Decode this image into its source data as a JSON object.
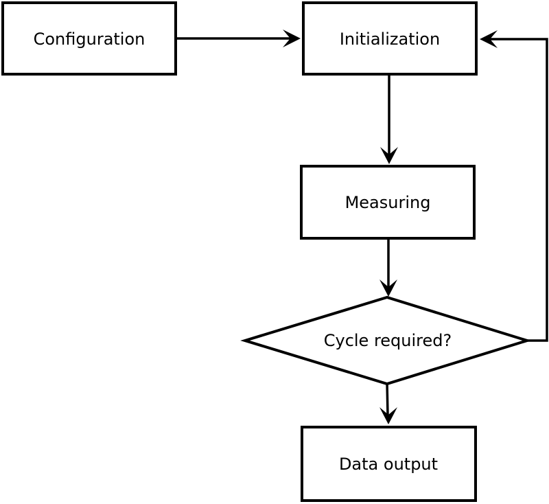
{
  "diagram": {
    "type": "flowchart",
    "colors": {
      "stroke": "#000000",
      "node_fill": "#ffffff",
      "background": "#ffffff",
      "text": "#000000"
    },
    "nodes": {
      "configuration": {
        "label": "Configuration",
        "shape": "rectangle"
      },
      "initialization": {
        "label": "Initialization",
        "shape": "rectangle"
      },
      "measuring": {
        "label": "Measuring",
        "shape": "rectangle"
      },
      "decision": {
        "label": "Cycle required?",
        "shape": "diamond"
      },
      "data_output": {
        "label": "Data output",
        "shape": "rectangle"
      }
    },
    "edges": [
      {
        "from": "configuration",
        "to": "initialization",
        "label": ""
      },
      {
        "from": "initialization",
        "to": "measuring",
        "label": ""
      },
      {
        "from": "measuring",
        "to": "decision",
        "label": ""
      },
      {
        "from": "decision",
        "to": "data_output",
        "label": ""
      },
      {
        "from": "decision",
        "to": "initialization",
        "label": ""
      }
    ]
  }
}
